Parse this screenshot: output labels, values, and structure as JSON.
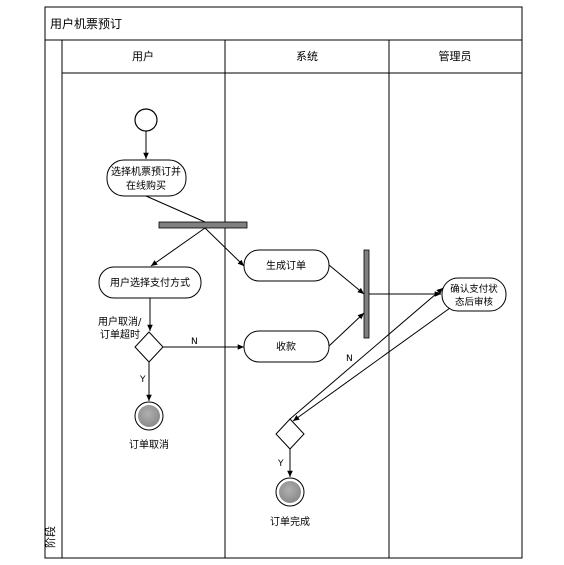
{
  "title": "用户机票预订",
  "stage_label": "阶段",
  "lanes": [
    "用户",
    "系统",
    "管理员"
  ],
  "nodes": {
    "select_buy": [
      "选择机票预订并",
      "在线购买"
    ],
    "choose_payment": "用户选择支付方式",
    "generate_order": "生成订单",
    "collect_payment": "收款",
    "confirm_payment": [
      "确认支付状",
      "态后审核"
    ]
  },
  "guards": {
    "cancel_timeout": [
      "用户取消/",
      "订单超时"
    ],
    "no_1": "N",
    "yes_1": "Y",
    "no_2": "N",
    "yes_2": "Y"
  },
  "finals": {
    "order_cancelled": "订单取消",
    "order_completed": "订单完成"
  }
}
